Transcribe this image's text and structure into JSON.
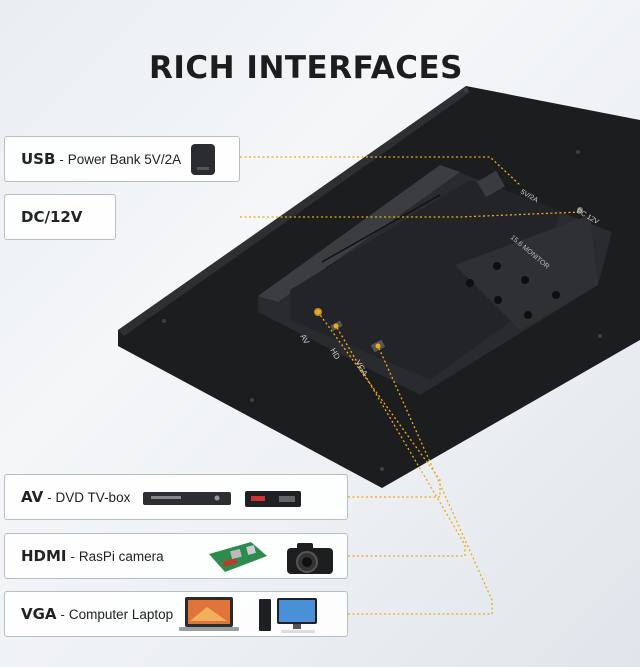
{
  "title": "RICH INTERFACES",
  "labels": {
    "usb": {
      "port": "USB",
      "sep": " - ",
      "desc": "Power Bank 5V/2A",
      "icon": "power-bank-icon"
    },
    "dc": {
      "port": "DC/12V"
    },
    "av": {
      "port": "AV",
      "sep": " - ",
      "desc": "DVD TV-box",
      "icons": [
        "dvd-player-icon",
        "tv-box-icon"
      ]
    },
    "hdmi": {
      "port": "HDMI",
      "sep": " - ",
      "desc": "RasPi camera",
      "icons": [
        "raspberry-pi-board-icon",
        "camera-icon"
      ]
    },
    "vga": {
      "port": "VGA",
      "sep": " - ",
      "desc": "Computer Laptop",
      "icons": [
        "laptop-icon",
        "desktop-computer-icon"
      ]
    }
  },
  "monitor_text": {
    "usb_port_label": "5V/2A",
    "dc_port_label": "DC 12V",
    "sticker": "15.6 MONITOR",
    "port_av": "AV",
    "port_hdmi": "HD",
    "port_vga": "VGA"
  },
  "colors": {
    "accent_line": "#f0a81e",
    "monitor": "#1c1d1f",
    "label_border": "#b9bec4"
  }
}
